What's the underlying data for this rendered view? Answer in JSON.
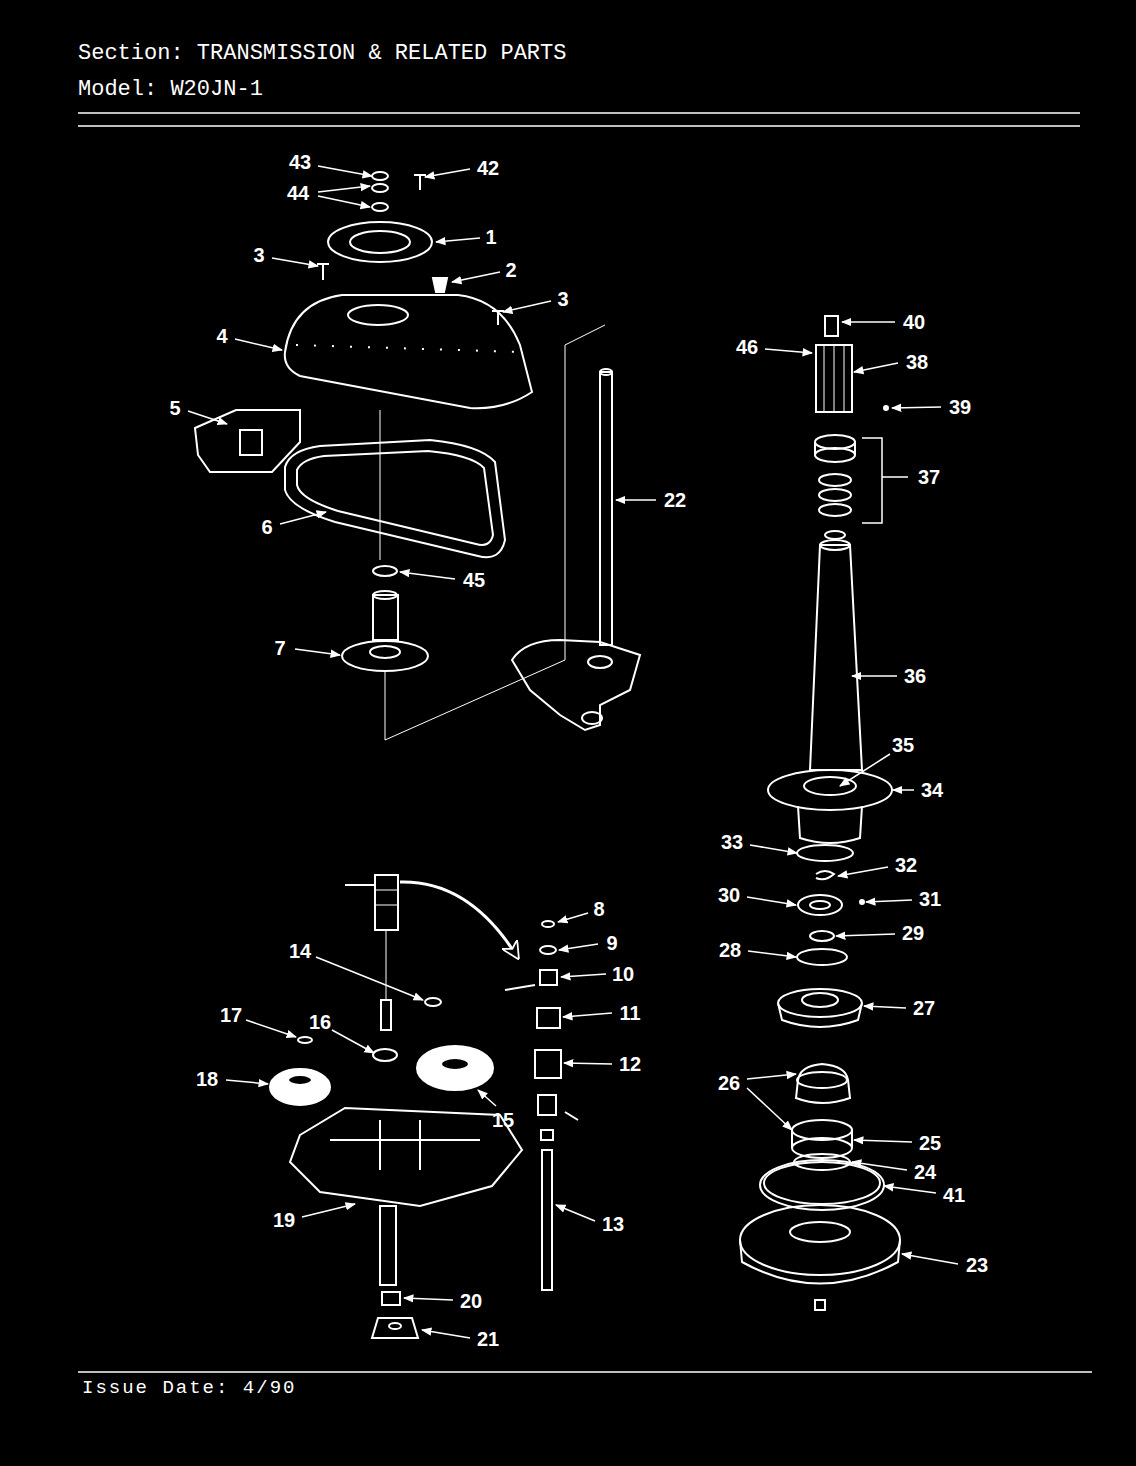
{
  "diagram": {
    "title": "Section: TRANSMISSION & RELATED PARTS",
    "caption": "Issue Date: 4/90",
    "labels": [
      "Model: W20JN-1",
      "43",
      "42",
      "44",
      "1",
      "3",
      "2",
      "3",
      "4",
      "46",
      "40",
      "38",
      "39",
      "5",
      "37",
      "22",
      "6",
      "45",
      "7",
      "36",
      "35",
      "34",
      "33",
      "32",
      "30",
      "31",
      "8",
      "29",
      "9",
      "14",
      "28",
      "10",
      "27",
      "17",
      "11",
      "16",
      "12",
      "18",
      "26",
      "15",
      "25",
      "24",
      "41",
      "19",
      "13",
      "23",
      "20",
      "21"
    ]
  }
}
